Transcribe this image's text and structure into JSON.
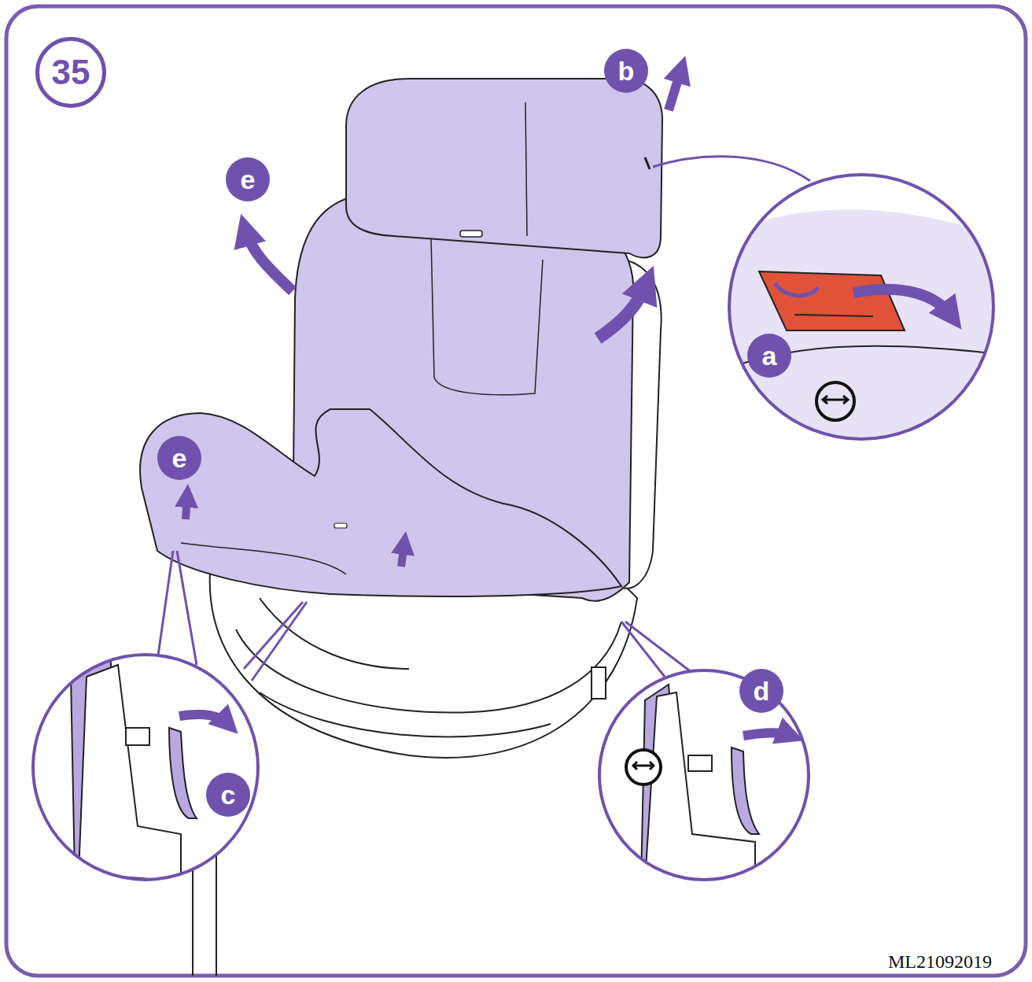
{
  "diagram": {
    "labels": [
      "35",
      "b",
      "e",
      "a",
      "e",
      "c",
      "d",
      "ML21092019"
    ]
  }
}
